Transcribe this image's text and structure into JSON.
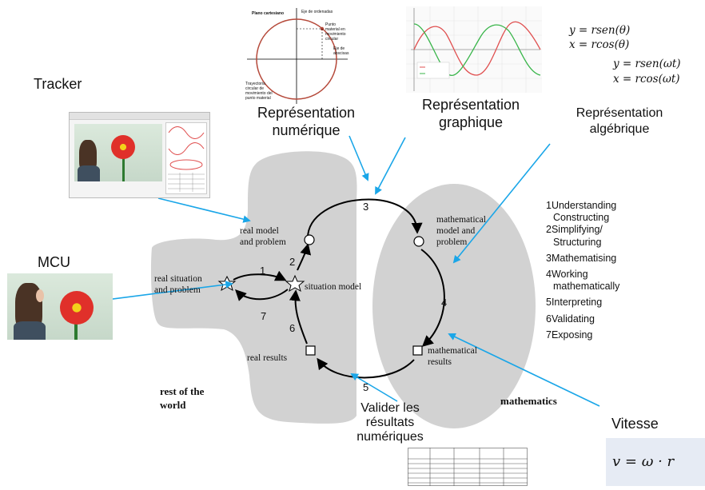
{
  "left_labels": {
    "tracker": "Tracker",
    "mcu": "MCU"
  },
  "representations": {
    "numerique": [
      "Représentation",
      "numérique"
    ],
    "graphique": [
      "Représentation",
      "graphique"
    ],
    "algebrique": [
      "Représentation",
      "algébrique"
    ]
  },
  "equations": {
    "line1": "y = rsen(θ)",
    "line2": "x = rcos(θ)",
    "line3": "y = rsen(ωt)",
    "line4": "x = rcos(ωt)"
  },
  "cycle": {
    "real_situation": [
      "real situation",
      "and problem"
    ],
    "real_model": [
      "real model",
      "and problem"
    ],
    "situation_model": "situation model",
    "math_model": [
      "mathematical",
      "model and",
      "problem"
    ],
    "math_results": [
      "mathematical",
      "results"
    ],
    "real_results": "real results",
    "rest_of_world": [
      "rest of the",
      "world"
    ],
    "mathematics": "mathematics",
    "numbers": {
      "n1": "1",
      "n2": "2",
      "n3": "3",
      "n4": "4",
      "n5": "5",
      "n6": "6",
      "n7": "7"
    }
  },
  "steps": [
    {
      "n": "1",
      "lines": [
        "Understanding",
        "Constructing"
      ]
    },
    {
      "n": "2",
      "lines": [
        "Simplifying/",
        "Structuring"
      ]
    },
    {
      "n": "3",
      "lines": [
        "Mathematising"
      ]
    },
    {
      "n": "4",
      "lines": [
        "Working",
        "mathematically"
      ]
    },
    {
      "n": "5",
      "lines": [
        "Interpreting"
      ]
    },
    {
      "n": "6",
      "lines": [
        "Validating"
      ]
    },
    {
      "n": "7",
      "lines": [
        "Exposing"
      ]
    }
  ],
  "validate": [
    "Valider les",
    "résultats",
    "numériques"
  ],
  "vitesse": {
    "label": "Vitesse",
    "formula": "v = ω · r"
  },
  "circle_plot": {
    "title": "Plano cartesiano",
    "y_axis": "Eje de ordenadas",
    "x_axis": "Eje de abscisas",
    "point": "Punto material en movimiento circular",
    "trajectory": "Trayectoria circular de movimiento del punto material"
  },
  "colors": {
    "arrow": "#1aa6e8",
    "blob": "#d2d2d2",
    "circle": "#b5493a",
    "sine_red": "#e05050",
    "sine_green": "#39b54a"
  }
}
